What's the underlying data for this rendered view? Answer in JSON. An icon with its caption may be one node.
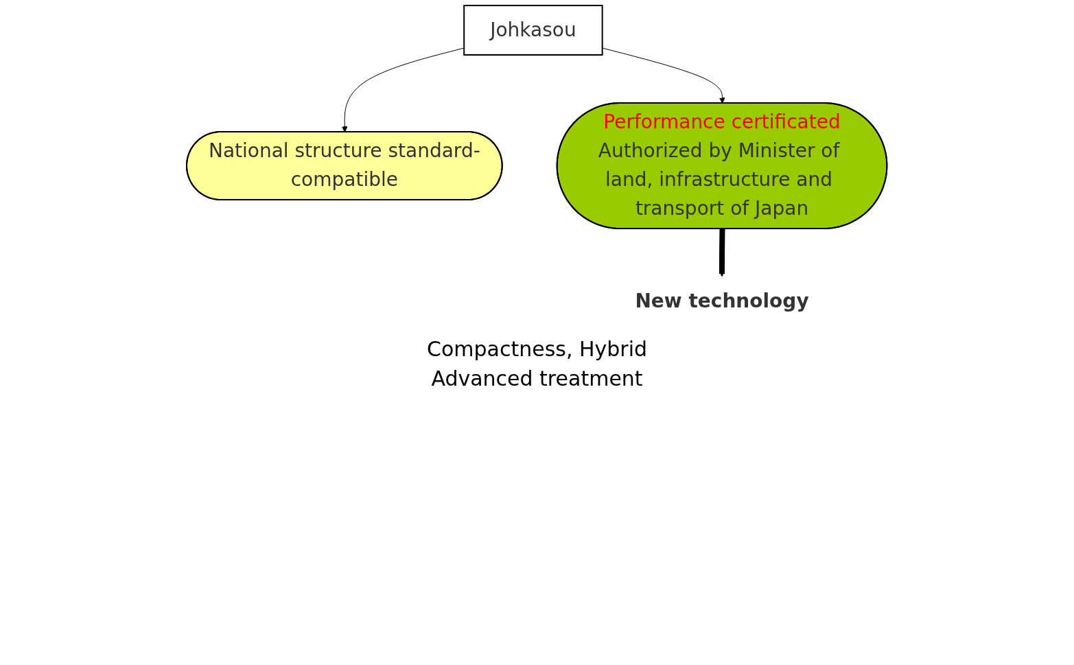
{
  "diagram": {
    "nodes": [
      {
        "text": [
          "Johkasou"
        ]
      },
      {
        "text": [
          "National structure standard-compatible"
        ]
      },
      {
        "text": [
          "Performance certificated",
          "Authorized by Minister of land, infrastructure and transport of Japan"
        ]
      },
      {
        "text": [
          "New technology"
        ]
      }
    ],
    "edges": [
      {
        "from": 0,
        "to": 1,
        "arrow": "to"
      },
      {
        "from": 0,
        "to": 2,
        "arrow": "to"
      },
      {
        "from": 2,
        "to": 3,
        "arrow": "to",
        "style": "thick"
      }
    ],
    "labels": [
      "Compactness, Hybrid",
      "Advanced treatment"
    ]
  }
}
